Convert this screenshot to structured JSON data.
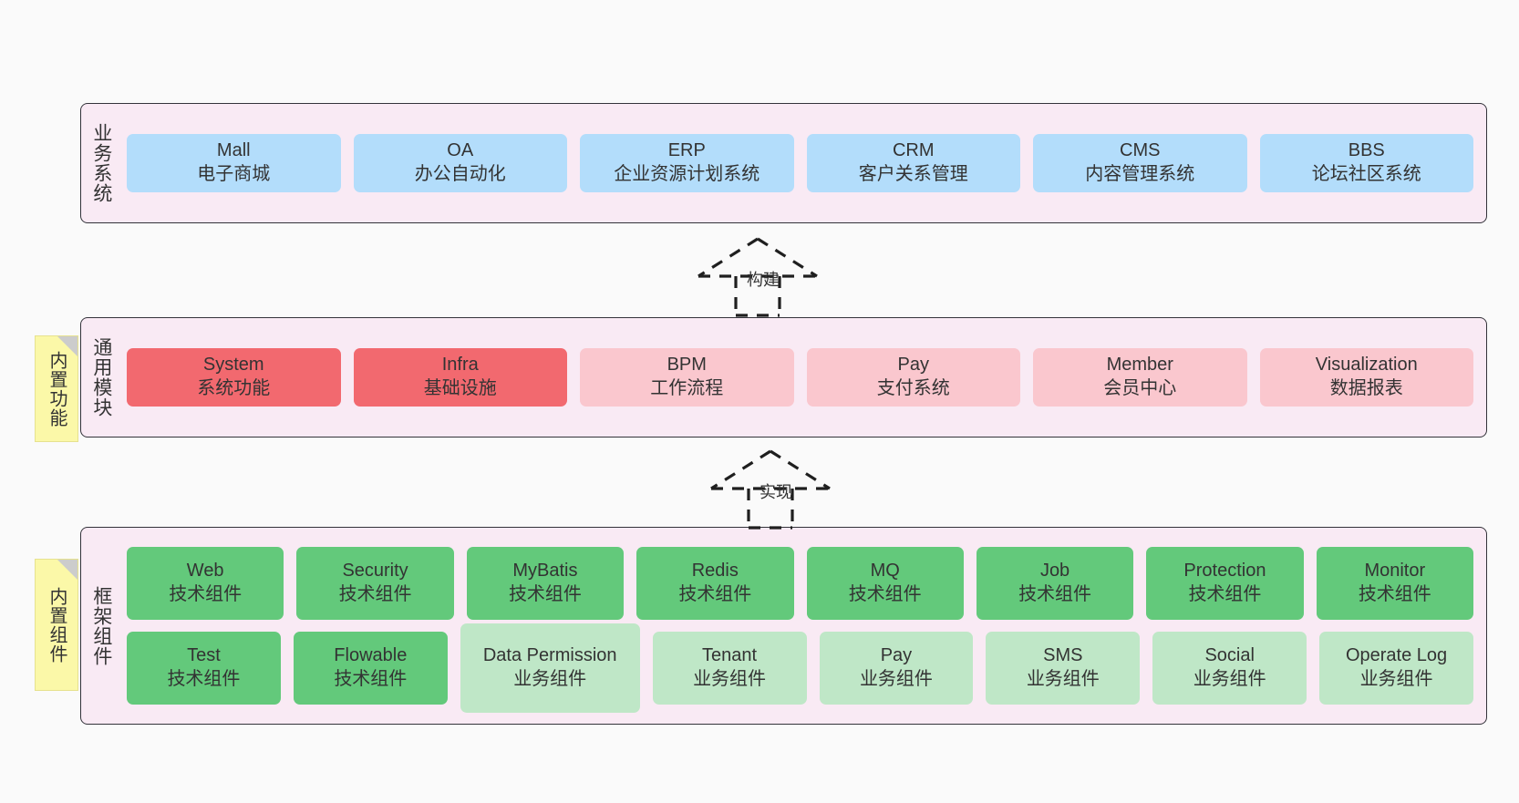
{
  "diagram": {
    "background_color": "#fafafa",
    "panel_color": "#f9eaf4",
    "panel_border_color": "#33333a",
    "note_color": "#fbf8a8",
    "text_color": "#333333"
  },
  "layers": [
    {
      "id": "business-systems",
      "title": "业务系统",
      "note": null,
      "rows": [
        {
          "cards": [
            {
              "name": "Mall",
              "sub": "电子商城",
              "color": "#b3ddfb",
              "variant": "c-blue"
            },
            {
              "name": "OA",
              "sub": "办公自动化",
              "color": "#b3ddfb",
              "variant": "c-blue"
            },
            {
              "name": "ERP",
              "sub": "企业资源计划系统",
              "color": "#b3ddfb",
              "variant": "c-blue"
            },
            {
              "name": "CRM",
              "sub": "客户关系管理",
              "color": "#b3ddfb",
              "variant": "c-blue"
            },
            {
              "name": "CMS",
              "sub": "内容管理系统",
              "color": "#b3ddfb",
              "variant": "c-blue"
            },
            {
              "name": "BBS",
              "sub": "论坛社区系统",
              "color": "#b3ddfb",
              "variant": "c-blue"
            }
          ]
        }
      ]
    },
    {
      "id": "common-modules",
      "title": "通用模块",
      "note": "内置功能",
      "rows": [
        {
          "cards": [
            {
              "name": "System",
              "sub": "系统功能",
              "color": "#f2696f",
              "variant": "c-red"
            },
            {
              "name": "Infra",
              "sub": "基础设施",
              "color": "#f2696f",
              "variant": "c-red"
            },
            {
              "name": "BPM",
              "sub": "工作流程",
              "color": "#fac7ce",
              "variant": "c-pink"
            },
            {
              "name": "Pay",
              "sub": "支付系统",
              "color": "#fac7ce",
              "variant": "c-pink"
            },
            {
              "name": "Member",
              "sub": "会员中心",
              "color": "#fac7ce",
              "variant": "c-pink"
            },
            {
              "name": "Visualization",
              "sub": "数据报表",
              "color": "#fac7ce",
              "variant": "c-pink"
            }
          ]
        }
      ]
    },
    {
      "id": "framework-components",
      "title": "框架组件",
      "note": "内置组件",
      "rows": [
        {
          "cards": [
            {
              "name": "Web",
              "sub": "技术组件",
              "color": "#63c97b",
              "variant": "c-green"
            },
            {
              "name": "Security",
              "sub": "技术组件",
              "color": "#63c97b",
              "variant": "c-green"
            },
            {
              "name": "MyBatis",
              "sub": "技术组件",
              "color": "#63c97b",
              "variant": "c-green"
            },
            {
              "name": "Redis",
              "sub": "技术组件",
              "color": "#63c97b",
              "variant": "c-green"
            },
            {
              "name": "MQ",
              "sub": "技术组件",
              "color": "#63c97b",
              "variant": "c-green"
            },
            {
              "name": "Job",
              "sub": "技术组件",
              "color": "#63c97b",
              "variant": "c-green"
            },
            {
              "name": "Protection",
              "sub": "技术组件",
              "color": "#63c97b",
              "variant": "c-green"
            },
            {
              "name": "Monitor",
              "sub": "技术组件",
              "color": "#63c97b",
              "variant": "c-green"
            }
          ]
        },
        {
          "cards": [
            {
              "name": "Test",
              "sub": "技术组件",
              "color": "#63c97b",
              "variant": "c-green"
            },
            {
              "name": "Flowable",
              "sub": "技术组件",
              "color": "#63c97b",
              "variant": "c-green"
            },
            {
              "name": "Data Permission",
              "sub": "业务组件",
              "color": "#bfe7c7",
              "variant": "c-lightgreen"
            },
            {
              "name": "Tenant",
              "sub": "业务组件",
              "color": "#bfe7c7",
              "variant": "c-lightgreen"
            },
            {
              "name": "Pay",
              "sub": "业务组件",
              "color": "#bfe7c7",
              "variant": "c-lightgreen"
            },
            {
              "name": "SMS",
              "sub": "业务组件",
              "color": "#bfe7c7",
              "variant": "c-lightgreen"
            },
            {
              "name": "Social",
              "sub": "业务组件",
              "color": "#bfe7c7",
              "variant": "c-lightgreen"
            },
            {
              "name": "Operate Log",
              "sub": "业务组件",
              "color": "#bfe7c7",
              "variant": "c-lightgreen"
            }
          ]
        }
      ]
    }
  ],
  "arrows": [
    {
      "id": "arrow-build",
      "label": "构建",
      "style": "dashed-generalization",
      "direction": "up"
    },
    {
      "id": "arrow-implement",
      "label": "实现",
      "style": "dashed-generalization",
      "direction": "up"
    }
  ]
}
